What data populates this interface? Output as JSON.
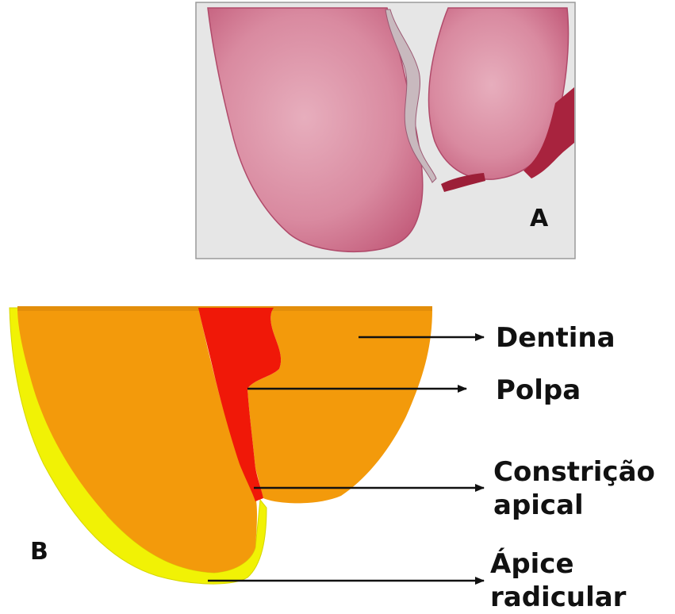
{
  "panel_a": {
    "letter": "A"
  },
  "panel_b": {
    "letter": "B",
    "labels": {
      "dentina": "Dentina",
      "polpa": "Polpa",
      "constricao_line1": "Constrição",
      "constricao_line2": "apical",
      "apice_line1": "Ápice",
      "apice_line2": "radicular"
    }
  },
  "colors": {
    "dentin": "#F39A0B",
    "pulp": "#F01808",
    "cementum": "#F1F205",
    "histology_tissue": "#D8879C",
    "histology_background": "#E6E6E6"
  }
}
